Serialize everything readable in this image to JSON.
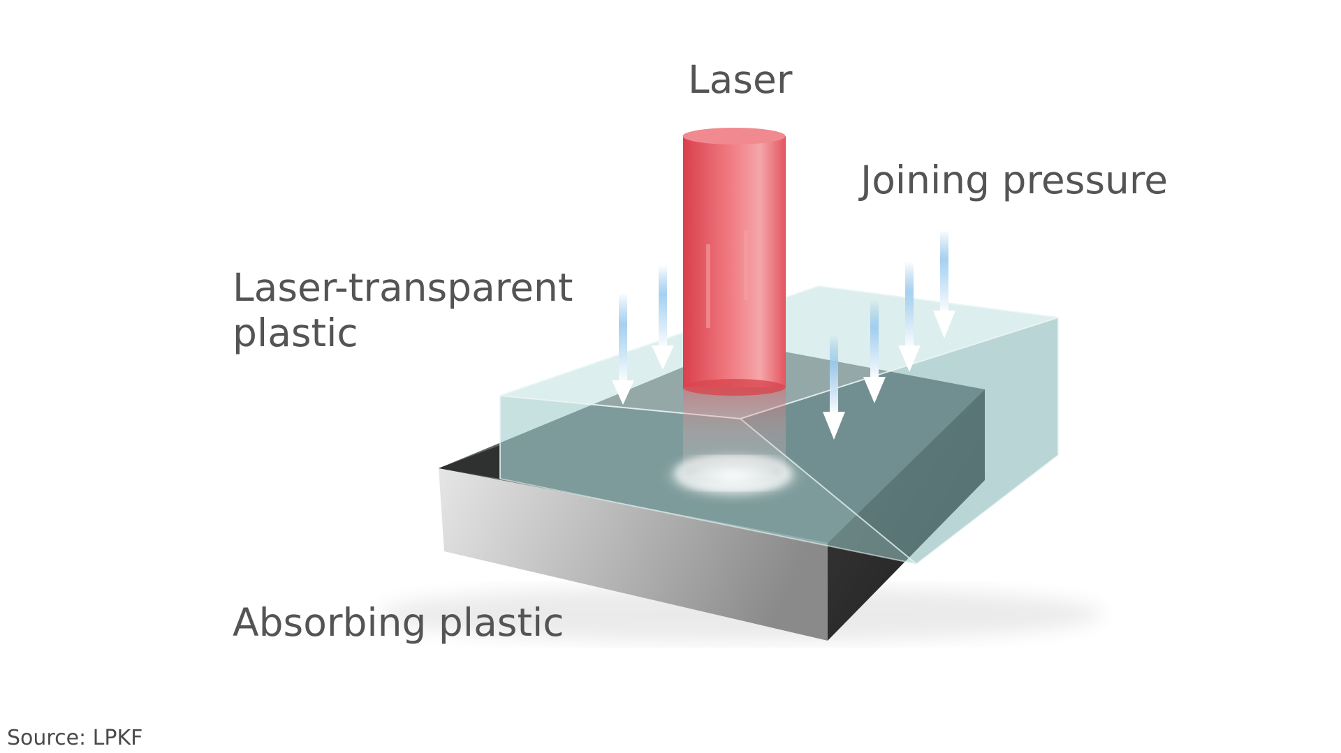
{
  "labels": {
    "laser": "Laser",
    "joining_pressure": "Joining pressure",
    "transparent_line1": "Laser-transparent",
    "transparent_line2": "plastic",
    "absorbing": "Absorbing plastic",
    "source": "Source: LPKF"
  },
  "colors": {
    "laser_beam": "#e9515a",
    "transparent_plastic": "#a9d3d1",
    "absorbing_plastic": "#9a9a9a",
    "pressure_arrow": "#8fc3e8",
    "text": "#545454"
  }
}
